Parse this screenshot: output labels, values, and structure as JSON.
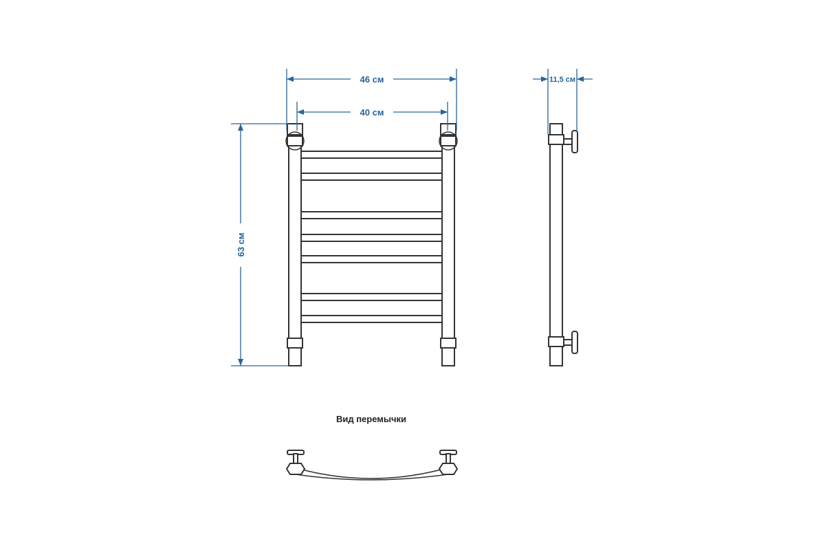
{
  "dimensions": {
    "overall_width": "46 см",
    "inner_width": "40 см",
    "height": "63 см",
    "depth": "11,5 см"
  },
  "caption": "Вид перемычки",
  "colors": {
    "dimension": "#2a6496",
    "outline": "#333333",
    "caption": "#222222"
  }
}
